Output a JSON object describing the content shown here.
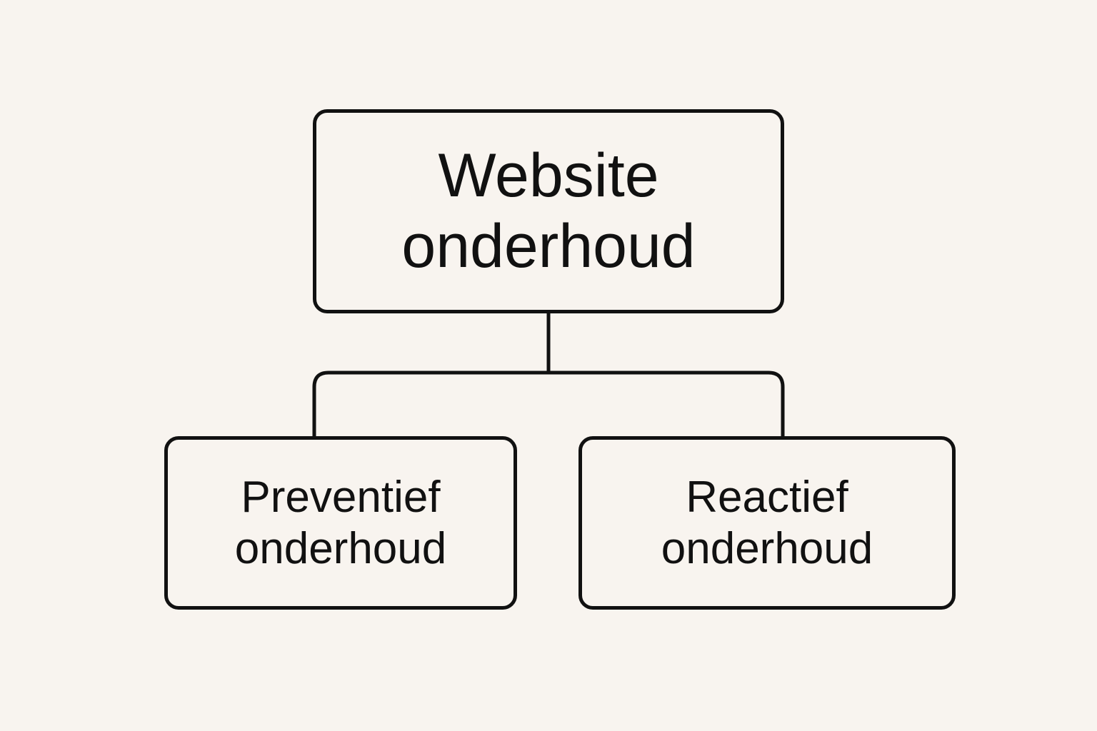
{
  "nodes": {
    "root": {
      "line1": "Website",
      "line2": "onderhoud"
    },
    "left": {
      "line1": "Preventief",
      "line2": "onderhoud"
    },
    "right": {
      "line1": "Reactief",
      "line2": "onderhoud"
    }
  },
  "colors": {
    "background": "#f8f4ef",
    "stroke": "#111111",
    "text": "#111111"
  }
}
